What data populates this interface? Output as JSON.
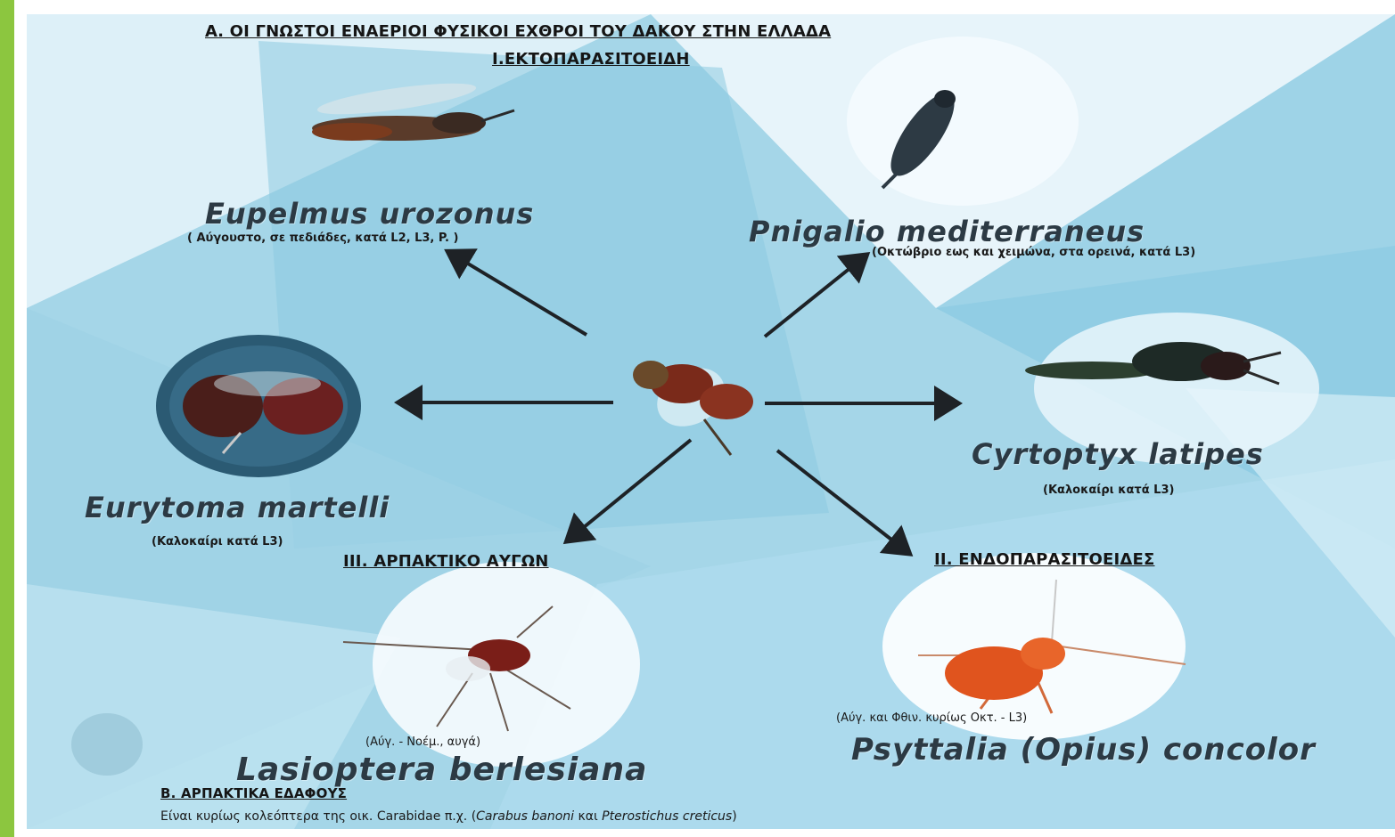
{
  "heading_a": "Α. ΟΙ ΓΝΩΣΤΟΙ ΕΝΑΕΡΙΟΙ ΦΥΣΙΚΟΙ ΕΧΘΡΟΙ ΤΟΥ ΔΑΚΟΥ ΣΤΗΝ ΕΛΛΑΔΑ",
  "heading_i": "Ι.ΕΚΤΟΠΑΡΑΣΙΤΟΕΙΔΗ",
  "heading_ii": "ΙΙ. ΕΝΔΟΠΑΡΑΣΙΤΟΕΙΔΕΣ",
  "heading_iii": "ΙΙΙ. ΑΡΠΑΚΤΙΚΟ ΑΥΓΩΝ",
  "heading_b": "Β. ΑΡΠΑΚΤΙΚΑ ΕΔΑΦΟΥΣ",
  "bottom_text": {
    "prefix": "Είναι κυρίως κολεόπτερα της οικ. Carabidae π.χ. (",
    "species1": "Carabus banoni",
    "middle": " και ",
    "species2": "Pterostichus creticus",
    "suffix": ")"
  },
  "species": {
    "eupelmus": {
      "name": "Eupelmus urozonus",
      "note": "( Αύγουστο, σε πεδιάδες, κατά L2, L3, P. )"
    },
    "pnigalio": {
      "name": "Pnigalio mediterraneus",
      "note": "(Οκτώβριο εως και χειμώνα, στα ορεινά, κατά L3)"
    },
    "eurytoma": {
      "name": "Eurytoma martelli",
      "note": "(Καλοκαίρι κατά L3)"
    },
    "cyrtoptyx": {
      "name": "Cyrtoptyx latipes",
      "note": "(Καλοκαίρι κατά L3)"
    },
    "lasioptera": {
      "name": "Lasioptera berlesiana",
      "note": "(Αύγ. - Νοέμ., αυγά)"
    },
    "psyttalia": {
      "name": "Psyttalia (Opius) concolor",
      "note": "(Αύγ. και Φθιν. κυρίως Οκτ. - L3)"
    }
  },
  "colors": {
    "background": "#9fd3e6",
    "light_panel": "#dff1f7",
    "dark_panel": "#7cc3dc",
    "arrow": "#1e2226",
    "accent_bar": "#8cc63f"
  }
}
